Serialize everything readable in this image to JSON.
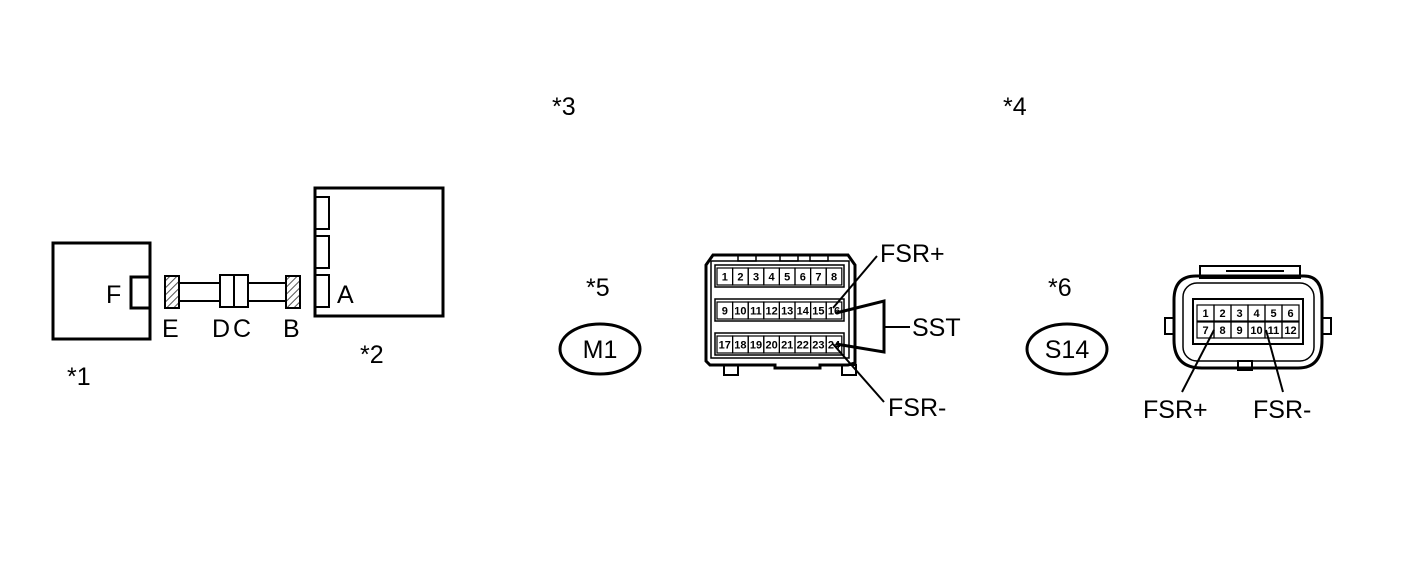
{
  "callouts": {
    "c1": "*1",
    "c2": "*2",
    "c3": "*3",
    "c4": "*4",
    "c5": "*5",
    "c6": "*6"
  },
  "harness_labels": {
    "A": "A",
    "B": "B",
    "C": "C",
    "D": "D",
    "E": "E",
    "F": "F"
  },
  "connectors": {
    "m1": {
      "id": "M1",
      "rows": [
        [
          "1",
          "2",
          "3",
          "4",
          "5",
          "6",
          "7",
          "8"
        ],
        [
          "9",
          "10",
          "11",
          "12",
          "13",
          "14",
          "15",
          "16"
        ],
        [
          "17",
          "18",
          "19",
          "20",
          "21",
          "22",
          "23",
          "24"
        ]
      ],
      "labels": {
        "plus": "FSR+",
        "minus": "FSR-",
        "sst": "SST"
      }
    },
    "s14": {
      "id": "S14",
      "rows": [
        [
          "1",
          "2",
          "3",
          "4",
          "5",
          "6"
        ],
        [
          "7",
          "8",
          "9",
          "10",
          "11",
          "12"
        ]
      ],
      "labels": {
        "plus": "FSR+",
        "minus": "FSR-"
      }
    }
  },
  "colors": {
    "line": "#000000",
    "hatch": "#555555",
    "background": "#ffffff"
  }
}
